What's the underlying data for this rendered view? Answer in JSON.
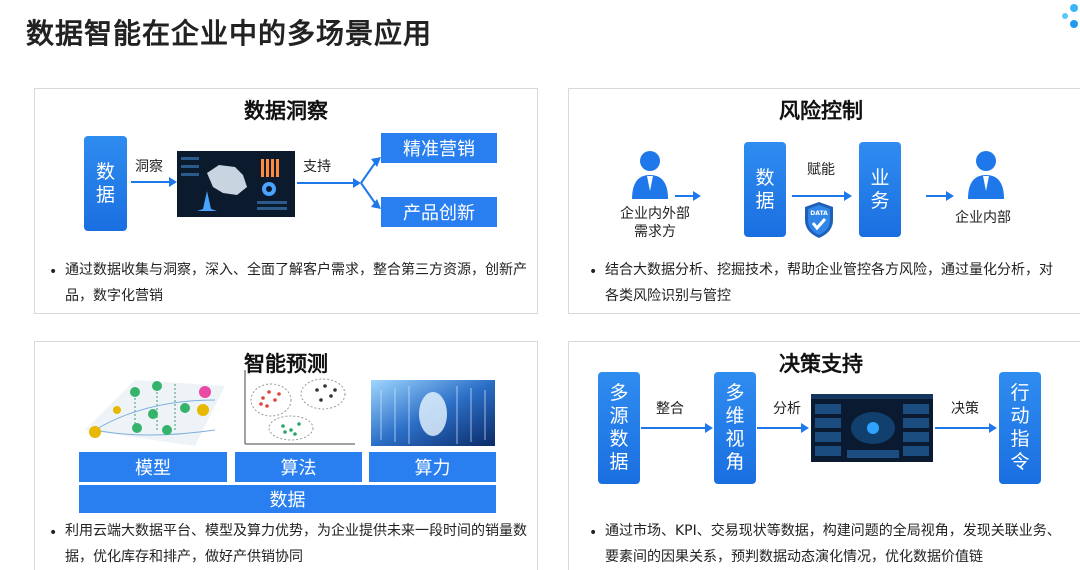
{
  "page_title": "数据智能在企业中的多场景应用",
  "panels": {
    "insight": {
      "title": "数据洞察",
      "data_box": "数据",
      "arrow1_label": "洞察",
      "arrow2_label": "支持",
      "out1": "精准营销",
      "out2": "产品创新",
      "bullet": "通过数据收集与洞察，深入、全面了解客户需求，整合第三方资源，创新产品，数字化营销"
    },
    "risk": {
      "title": "风险控制",
      "left_caption": "企业内外部\n需求方",
      "data_box": "数据",
      "arrow_label": "赋能",
      "badge_text": "DATA",
      "business_box": "业务",
      "right_caption": "企业内部",
      "bullet": "结合大数据分析、挖掘技术，帮助企业管控各方风险，通过量化分析，对各类风险识别与管控"
    },
    "predict": {
      "title": "智能预测",
      "tiles": [
        "模型",
        "算法",
        "算力"
      ],
      "base": "数据",
      "bullet": "利用云端大数据平台、模型及算力优势，为企业提供未来一段时间的销量数据，优化库存和排产，做好产供销协同"
    },
    "decision": {
      "title": "决策支持",
      "box1": "多源数据",
      "label1": "整合",
      "box2": "多维视角",
      "label2": "分析",
      "label3": "决策",
      "box3": "行动指令",
      "bullet": "通过市场、KPI、交易现状等数据，构建问题的全局视角，发现关联业务、要素间的因果关系，预判数据动态演化情况，优化数据价值链"
    }
  },
  "bullet_symbol": "•",
  "colors": {
    "accent": "#1f78ea",
    "panel_border": "#d9d9d9"
  }
}
